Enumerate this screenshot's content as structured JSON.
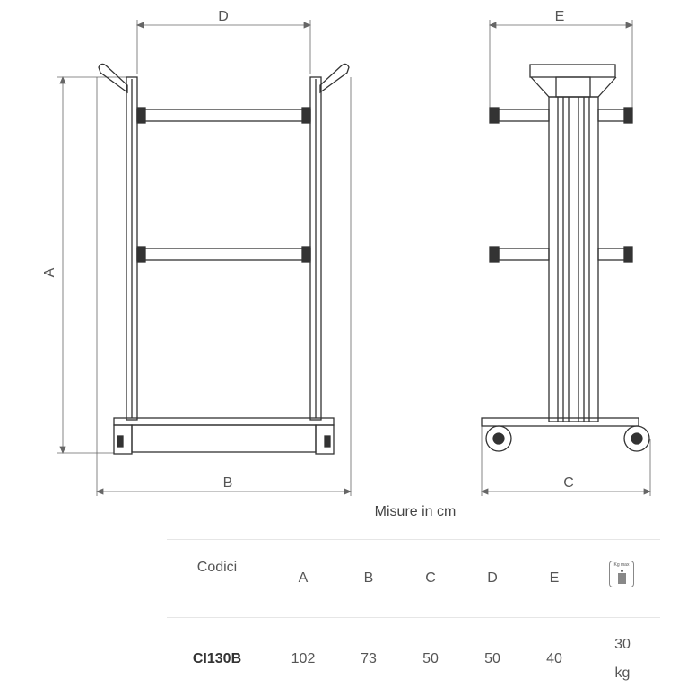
{
  "drawing": {
    "dimension_labels": {
      "A": "A",
      "B": "B",
      "C": "C",
      "D": "D",
      "E": "E"
    }
  },
  "caption": "Misure in cm",
  "table": {
    "headers": [
      "Codici",
      "A",
      "B",
      "C",
      "D",
      "E"
    ],
    "weight_icon": {
      "name": "kg-max-weight-icon",
      "text": "Kg max"
    },
    "rows": [
      {
        "code": "CI130B",
        "A": "102",
        "B": "73",
        "C": "50",
        "D": "50",
        "E": "40",
        "max_load": "30",
        "max_load_unit": "kg"
      }
    ]
  }
}
